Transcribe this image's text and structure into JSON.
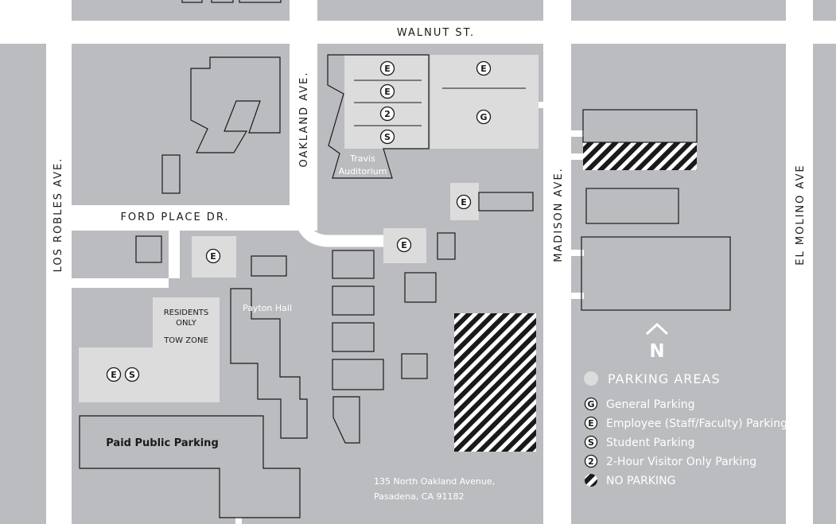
{
  "streets": {
    "walnut": "WALNUT ST.",
    "oakland": "OAKLAND AVE.",
    "los_robles": "LOS ROBLES AVE.",
    "ford_place": "FORD PLACE DR.",
    "madison": "MADISON AVE.",
    "el_molino": "EL MOLINO AVE"
  },
  "buildings": {
    "travis_line1": "Travis",
    "travis_line2": "Auditorium",
    "payton": "Payton Hall",
    "paid_parking": "Paid Public Parking",
    "residents_line1": "RESIDENTS",
    "residents_line2": "ONLY",
    "tow_zone": "TOW ZONE"
  },
  "address": {
    "line1": "135 North Oakland Avenue,",
    "line2": "Pasadena, CA 91182"
  },
  "markers": {
    "e": "E",
    "g": "G",
    "s": "S",
    "two": "2"
  },
  "compass": {
    "label": "N"
  },
  "legend": {
    "title": "PARKING AREAS",
    "items": [
      {
        "symbol": "G",
        "label": "General Parking"
      },
      {
        "symbol": "E",
        "label": "Employee (Staff/Faculty) Parking"
      },
      {
        "symbol": "S",
        "label": "Student Parking"
      },
      {
        "symbol": "2",
        "label": "2-Hour Visitor Only Parking"
      },
      {
        "symbol": "hatch",
        "label": "NO PARKING"
      }
    ]
  },
  "colors": {
    "block": "#bbbcbf",
    "parking": "#dcdcdd",
    "street": "#ffffff",
    "ink": "#1a1a1a"
  }
}
